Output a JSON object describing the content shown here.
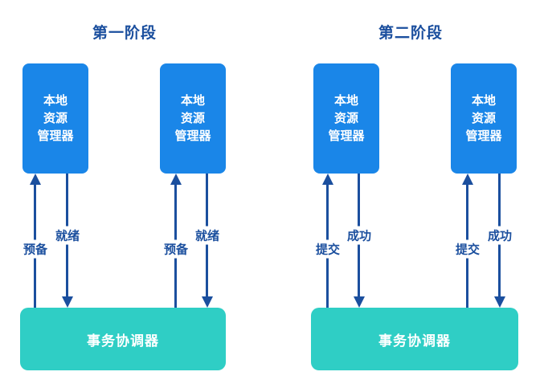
{
  "colors": {
    "manager_box": "#1a86e8",
    "coordinator_box": "#2fcec5",
    "arrow": "#1b4f9e",
    "text_on_box": "#ffffff",
    "background": "#ffffff"
  },
  "manager_lines": [
    "本地",
    "资源",
    "管理器"
  ],
  "coordinator_label": "事务协调器",
  "phases": [
    {
      "title": "第一阶段",
      "request_label": "预备",
      "response_label": "就绪"
    },
    {
      "title": "第二阶段",
      "request_label": "提交",
      "response_label": "成功"
    }
  ]
}
